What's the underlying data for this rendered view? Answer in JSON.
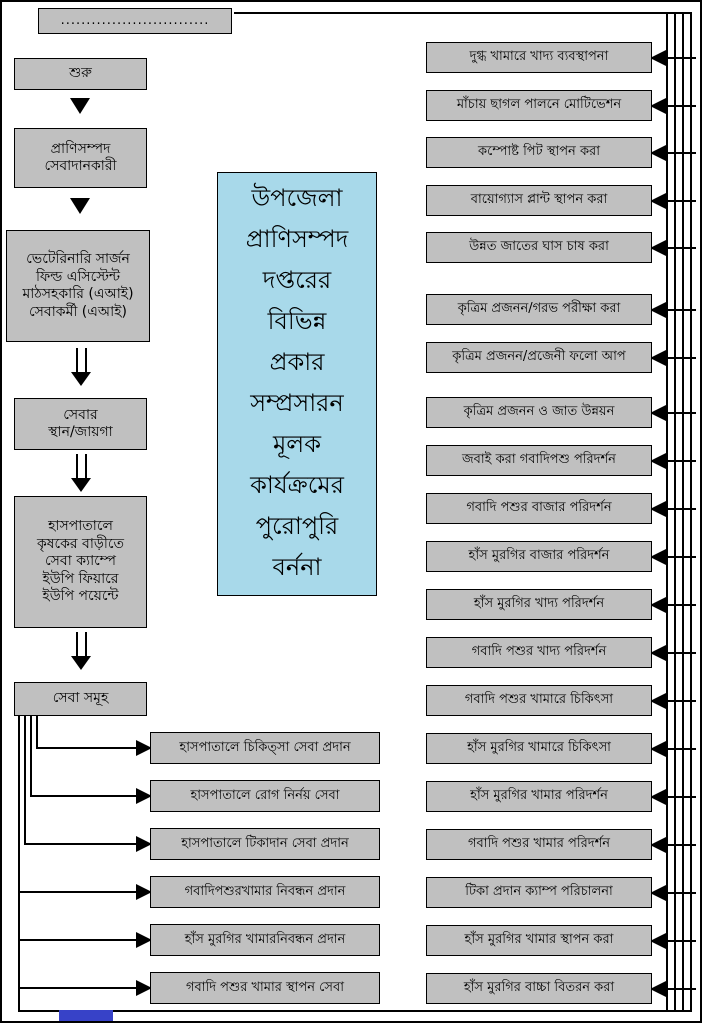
{
  "colors": {
    "box_gray": "#c0c0c0",
    "center_cyan": "#a8d9ea",
    "bottom_blue": "#3742c8",
    "line_black": "#000000"
  },
  "top": {
    "dotted_label": "............................."
  },
  "flow": {
    "start": "শুরু",
    "provider": "প্রাণিসম্পদ\nসেবাদানকারী",
    "staff": "ভেটেরিনারি সার্জন\nফিল্ড এসিস্টেন্ট\nমাঠসহকারি (এআই)\nসেবাকর্মী  (এআই)",
    "place": "সেবার\nস্থান/জায়গা",
    "locations": "হাসপাতালে\nকৃষকের বাড়ীতে\nসেবা ক্যাম্পে\nইউপি ফিয়ারে\nইউপি পয়েন্টে",
    "services_header": "সেবা সমূহ"
  },
  "center_title": "উপজেলা\nপ্রাণিসম্পদ\nদপ্তরের\nবিভিন্ন\nপ্রকার\nসম্প্রসারন\nমূলক\nকার্যক্রমের\nপুরোপুরি\nবর্ননা",
  "services": [
    "হাসপাতালে চিকিত্সা সেবা প্রদান",
    "হাসপাতালে রোগ নির্নয় সেবা",
    "হাসপাতালে টিকাদান সেবা প্রদান",
    "গবাদিপশুরখামার নিবন্ধন প্রদান",
    "হাঁস মুরগির খামারনিবন্ধন প্রদান",
    "গবাদি পশুর খামার স্থাপন সেবা"
  ],
  "right_items": [
    "দুগ্ধ খামারে খাদ্য ব্যবস্থাপনা",
    "মাঁচায় ছাগল পালনে মোটিভেশন",
    "কম্পোষ্ট পিট স্থাপন করা",
    "বায়োগ্যাস প্লান্ট স্থাপন করা",
    "উন্নত জাতের ঘাস চাষ করা",
    "কৃত্রিম প্রজনন/গরভ পরীক্ষা করা",
    "কৃত্রিম প্রজনন/প্রজেনী ফলো আপ",
    "কৃত্রিম প্রজনন ও জাত উন্নয়ন",
    "জবাই করা গবাদিপশু পরিদর্শন",
    "গবাদি পশুর বাজার পরিদর্শন",
    "হাঁস মুরগির বাজার পরিদর্শন",
    "হাঁস মুরগির খাদ্য পরিদর্শন",
    "গবাদি পশুর খাদ্য পরিদর্শন",
    "গবাদি পশুর খামারে চিকিৎসা",
    "হাঁস মুরগির খামারে চিকিৎসা",
    "হাঁস মুরগির খামার পরিদর্শন",
    "গবাদি পশুর খামার পরিদর্শন",
    "টিকা প্রদান ক্যাম্প পরিচালনা",
    "হাঁস মুরগির খামার স্থাপন করা",
    "হাঁস মুরগির বাচ্চা বিতরন করা"
  ]
}
